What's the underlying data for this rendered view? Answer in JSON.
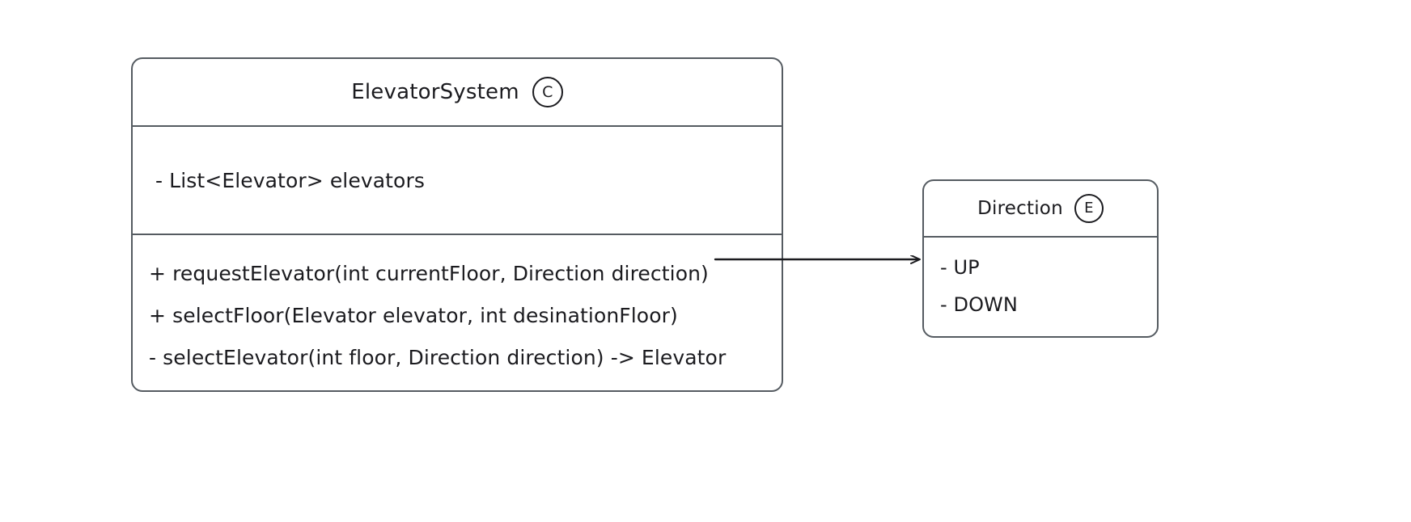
{
  "diagram": {
    "type": "uml-class-diagram",
    "background_color": "#ffffff",
    "stroke_color": "#555b61",
    "text_color": "#1b1b1f"
  },
  "nodes": {
    "elevator_system": {
      "title": "ElevatorSystem",
      "stereotype_badge": "C",
      "badge_meaning": "class",
      "fields": [
        "- List<Elevator> elevators"
      ],
      "methods": [
        "+ requestElevator(int currentFloor, Direction direction)",
        "+ selectFloor(Elevator elevator, int desinationFloor)",
        "- selectElevator(int floor, Direction direction) -> Elevator"
      ]
    },
    "direction_enum": {
      "title": "Direction",
      "stereotype_badge": "E",
      "badge_meaning": "enum",
      "values": [
        "- UP",
        "- DOWN"
      ]
    }
  },
  "connectors": [
    {
      "name": "elevator-system-to-direction",
      "from": "elevator_system",
      "to": "direction_enum",
      "style": "solid",
      "arrowhead": "open"
    }
  ]
}
